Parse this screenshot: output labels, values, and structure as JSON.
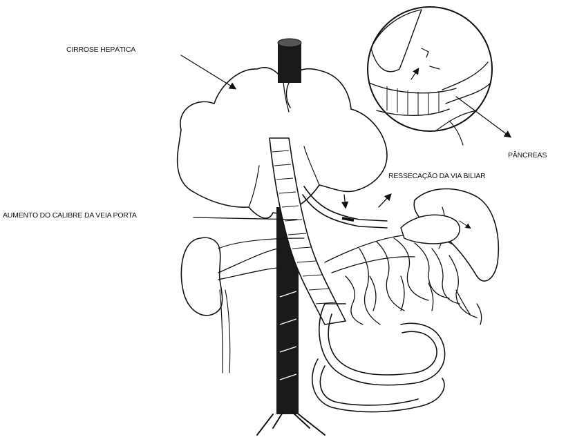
{
  "labels": {
    "cirrose": "CIRROSE HEPÁTICA",
    "pancreas": "PÂNCREAS",
    "resseccao": "RESSECAÇÃO DA VIA BILIAR",
    "aumento": "AUMENTO DO CALIBRE DA VEIA PORTA"
  },
  "colors": {
    "ink": "#111111",
    "paper": "#ffffff"
  }
}
